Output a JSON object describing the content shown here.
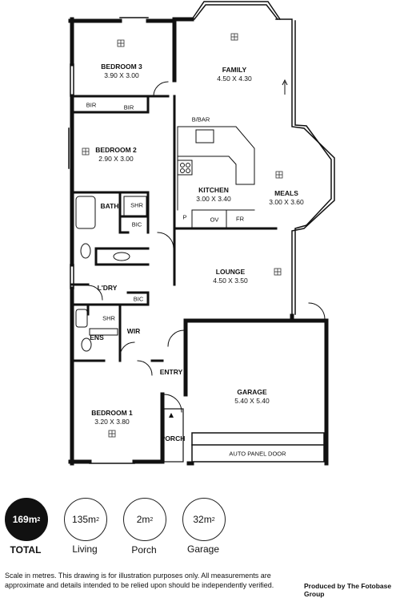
{
  "rooms": {
    "bedroom3": {
      "name": "BEDROOM 3",
      "dim": "3.90 X 3.00"
    },
    "family": {
      "name": "FAMILY",
      "dim": "4.50 X 4.30"
    },
    "bedroom2": {
      "name": "BEDROOM 2",
      "dim": "2.90 X 3.00"
    },
    "kitchen": {
      "name": "KITCHEN",
      "dim": "3.00 X 3.40"
    },
    "meals": {
      "name": "MEALS",
      "dim": "3.00 X 3.60"
    },
    "bath": {
      "name": "BATH"
    },
    "lounge": {
      "name": "LOUNGE",
      "dim": "4.50 X 3.50"
    },
    "laundry": {
      "name": "L'DRY"
    },
    "ens": {
      "name": "ENS"
    },
    "wir": {
      "name": "WIR"
    },
    "entry": {
      "name": "ENTRY"
    },
    "garage": {
      "name": "GARAGE",
      "dim": "5.40 X 5.40"
    },
    "bedroom1": {
      "name": "BEDROOM 1",
      "dim": "3.20 X 3.80"
    },
    "porch": {
      "name": "PORCH"
    }
  },
  "tags": {
    "bir1": "BIR",
    "bir2": "BIR",
    "bbar": "B/BAR",
    "shr_bath": "SHR",
    "bic1": "BIC",
    "bic2": "BIC",
    "shr_ens": "SHR",
    "pantry": "P",
    "oven": "OV",
    "fridge": "FR",
    "auto_door": "AUTO PANEL DOOR"
  },
  "summary": [
    {
      "value": "169m",
      "label": "TOTAL"
    },
    {
      "value": "135m",
      "label": "Living"
    },
    {
      "value": "2m",
      "label": "Porch"
    },
    {
      "value": "32m",
      "label": "Garage"
    }
  ],
  "disclaimer": {
    "line1": "Scale in metres. This drawing is for illustration purposes only. All measurements are",
    "line2": "approximate and details intended to be relied upon should be independently verified."
  },
  "producer": "Produced by The Fotobase Group"
}
